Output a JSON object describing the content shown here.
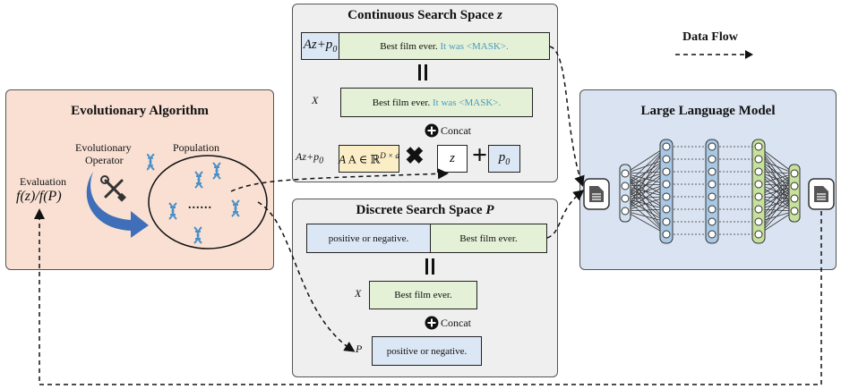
{
  "data_flow": {
    "label": "Data Flow"
  },
  "continuous": {
    "title": "Continuous Search Space",
    "title_var": "z",
    "az_p0": "Az+p",
    "az_sub": "0",
    "prompt_text": "Best film ever.",
    "prompt_mask": "It was <MASK>.",
    "x_label": "X",
    "x_text": "Best film ever.",
    "x_mask": "It was <MASK>.",
    "concat_label": "Concat",
    "matrix_label": "A ∈ ℝ",
    "matrix_sup": "D × d",
    "z_label": "z",
    "p0_label": "p",
    "p0_sub": "0"
  },
  "evolutionary": {
    "title": "Evolutionary Algorithm",
    "operator_label_1": "Evolutionary",
    "operator_label_2": "Operator",
    "population_label": "Population",
    "evaluation_label": "Evaluation",
    "fitness": "f(z)/f(P)",
    "dots": "......"
  },
  "discrete": {
    "title": "Discrete Search Space",
    "title_var": "P",
    "posneg_text": "positive or negative.",
    "best_text": "Best film ever.",
    "x_label": "X",
    "x_text": "Best film ever.",
    "concat_label": "Concat",
    "p_label": "P",
    "p_text": "positive or negative."
  },
  "llm": {
    "title": "Large Language Model"
  },
  "colors": {
    "evo_bg": "#f9e0d3",
    "search_bg": "#efefef",
    "llm_bg": "#dae3f1",
    "green_box": "#e4f1d6",
    "blue_box": "#dbe7f4",
    "yellow_box": "#fbeec6",
    "mask_text": "#4a9abf",
    "arrow_blue": "#3f6fb8"
  }
}
